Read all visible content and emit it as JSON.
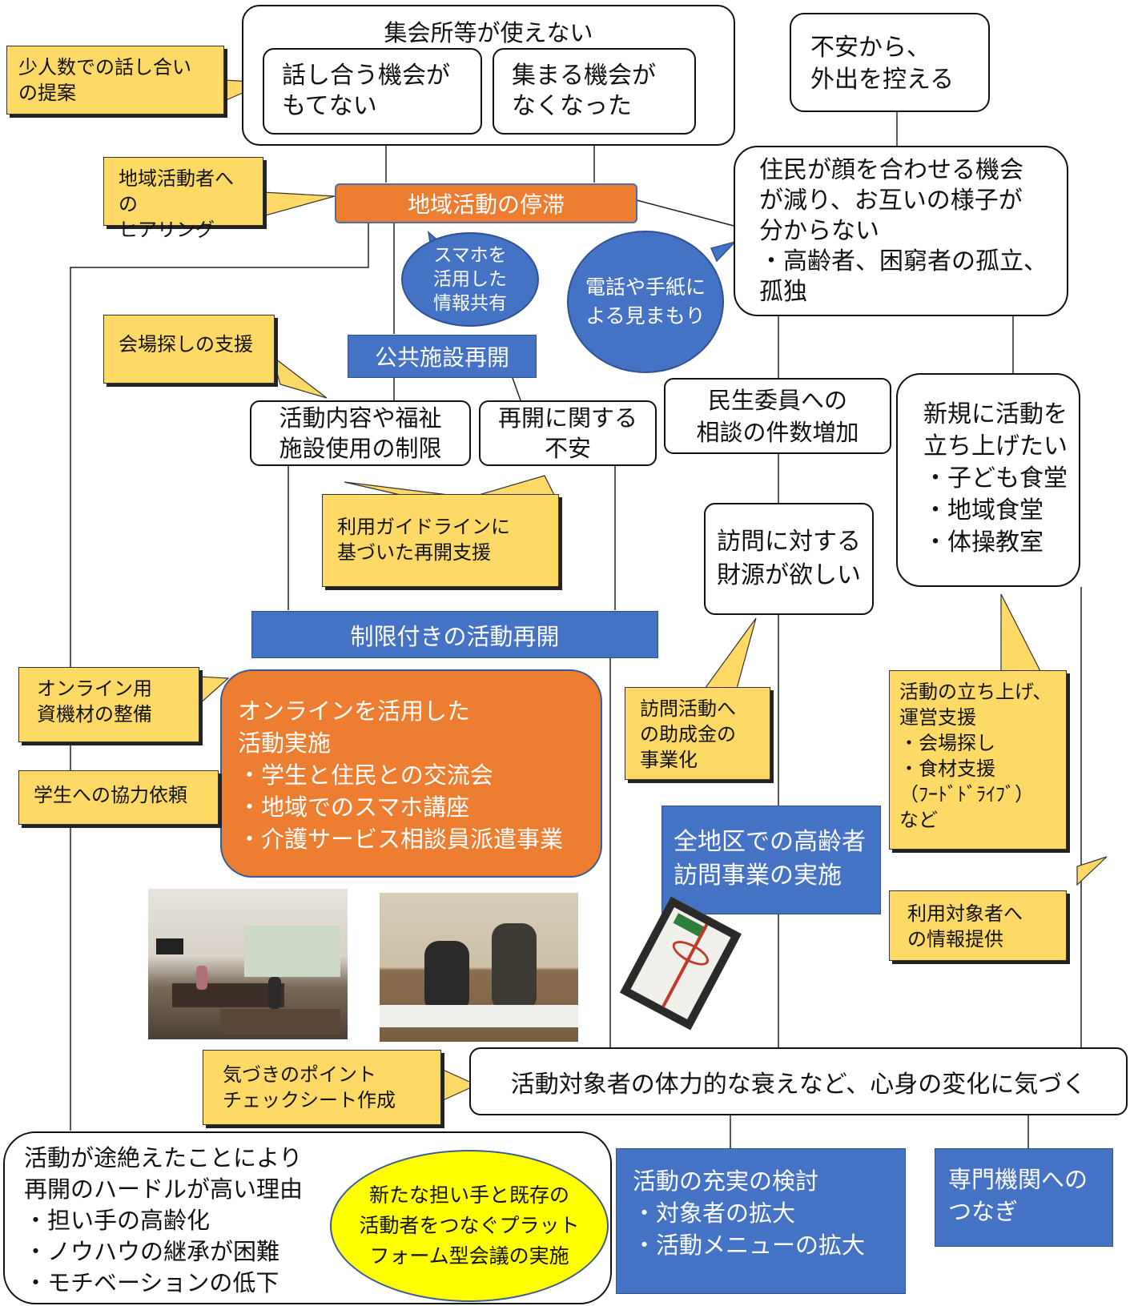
{
  "top_group": {
    "title": "集会所等が使えない"
  },
  "box_no_discussion": "話し合う機会が\nもてない",
  "box_no_gathering": "集まる機会が\nなくなった",
  "box_anxiety": "不安から、\n外出を控える",
  "box_residents": "住民が顔を合わせる機会\nが減り、お互いの様子が\n分からない\n・高齢者、困窮者の孤立、\n孤独",
  "stagnation": "地域活動の停滞",
  "callouts": {
    "small_group": "少人数での話し合い\nの提案",
    "hearing": "地域活動者への\nヒアリング",
    "venue": "会場探しの支援",
    "guideline": "利用ガイドラインに\n基づいた再開支援",
    "online_equipment": "オンライン用\n資機材の整備",
    "student": "学生への協力依頼",
    "visit_grant": "訪問活動へ\nの助成金の\n事業化",
    "startup_support": "活動の立ち上げ、\n運営支援\n・会場探し\n・食材支援\n（ﾌｰﾄﾞﾄﾞﾗｲﾌﾞ）\nなど",
    "info_provide": "利用対象者へ\nの情報提供",
    "checksheet": "気づきのポイント\nチェックシート作成"
  },
  "bubbles": {
    "smartphone": "スマホを\n活用した\n情報共有",
    "phone_letter": "電話や手紙に\nよる見まもり"
  },
  "public_reopen": "公共施設再開",
  "box_restrictions": "活動内容や福祉\n施設使用の制限",
  "box_reopen_anxiety": "再開に関する\n不安",
  "box_minsei": "民生委員への\n相談の件数増加",
  "box_funding": "訪問に対する\n財源が欲しい",
  "box_new_activity": "新規に活動を\n立ち上げたい\n・子ども食堂\n・地域食堂\n・体操教室",
  "limited_restart": "制限付きの活動再開",
  "online_activity": "オンラインを活用した\n活動実施\n・学生と住民との交流会\n・地域でのスマホ講座\n・介護サービス相談員派遣事業",
  "all_district_visit": "全地区での高齢者\n訪問事業の実施",
  "notice_change": "活動対象者の体力的な衰えなど、心身の変化に気づく",
  "hurdle_reasons": "活動が途絶えたことにより\n再開のハードルが高い理由\n・担い手の高齢化\n・ノウハウの継承が困難\n・モチベーションの低下",
  "platform_meeting": "新たな担い手と既存の\n活動者をつなぐプラット\nフォーム型会議の実施",
  "enhance_activity": "活動の充実の検討\n・対象者の拡大\n・活動メニューの拡大",
  "specialist_link": "専門機関への\nつなぎ",
  "colors": {
    "blue": "#4472C4",
    "orange": "#ED7D31",
    "callout_yellow": "#FFD966",
    "ellipse_yellow": "#FFFF00"
  }
}
